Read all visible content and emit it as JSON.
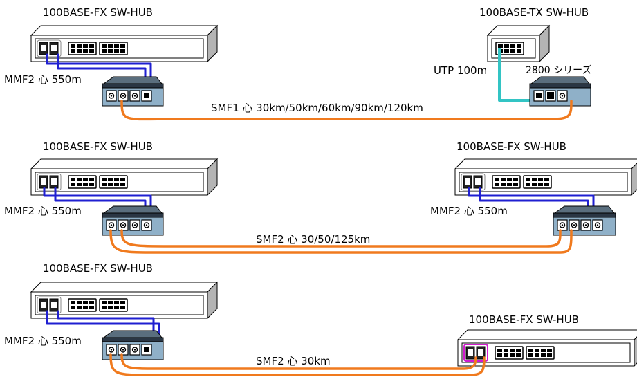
{
  "colors": {
    "mmf_cable": "#1f1fd1",
    "smf_cable": "#f07a1e",
    "utp_cable": "#33c4c4",
    "hub_highlight": "#d21bd0",
    "converter_body": "#8fb0c8",
    "device_panel": "#ffffff",
    "device_shade": "#b4b4b4"
  },
  "rows": [
    {
      "left_hub_label": "100BASE-FX SW-HUB",
      "left_mmf_label": "MMF2 心 550m",
      "smf_label": "SMF1 心 30km/50km/60km/90km/120km",
      "right_hub_label": "100BASE-TX SW-HUB",
      "utp_label": "UTP 100m",
      "converter_label": "2800 シリーズ"
    },
    {
      "left_hub_label": "100BASE-FX SW-HUB",
      "left_mmf_label": "MMF2 心 550m",
      "smf_label": "SMF2 心 30/50/125km",
      "right_hub_label": "100BASE-FX SW-HUB",
      "right_mmf_label": "MMF2 心 550m"
    },
    {
      "left_hub_label": "100BASE-FX SW-HUB",
      "left_mmf_label": "MMF2 心 550m",
      "smf_label": "SMF2 心 30km",
      "right_hub_label": "100BASE-FX SW-HUB"
    }
  ]
}
